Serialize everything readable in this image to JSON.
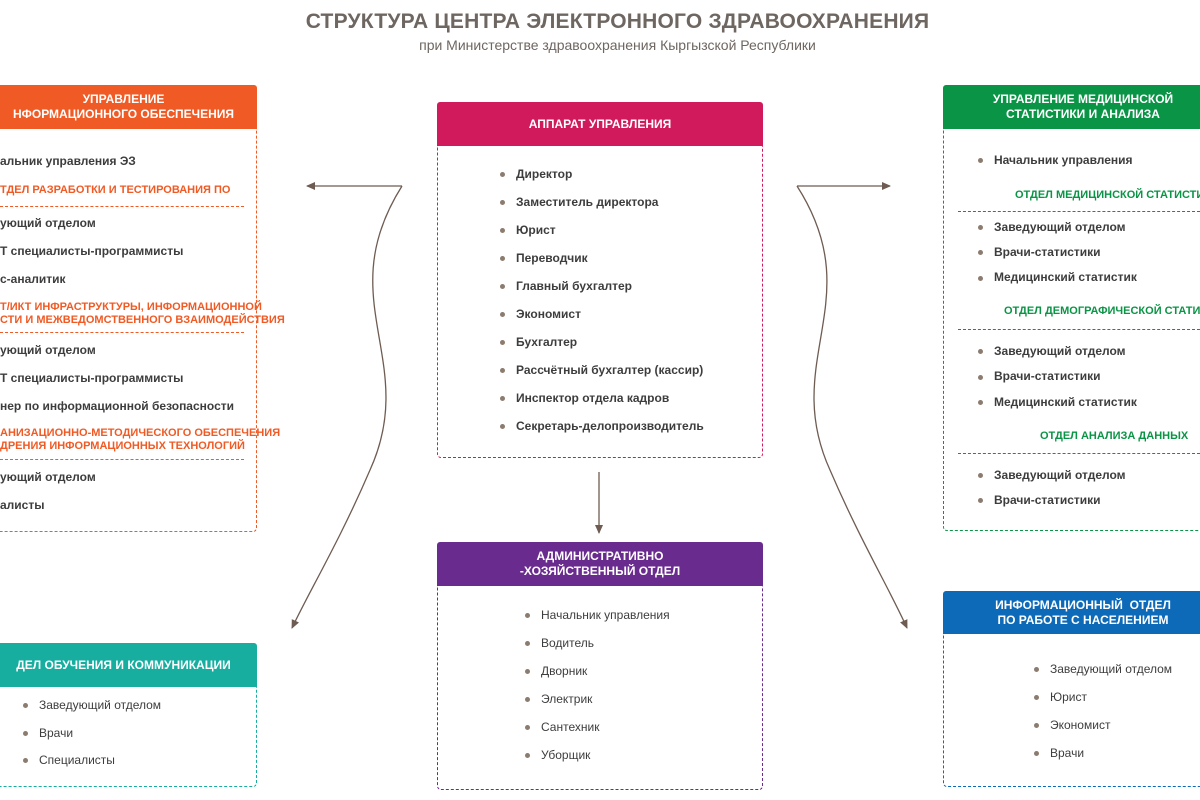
{
  "header": {
    "title": "СТРУКТУРА ЦЕНТРА ЭЛЕКТРОННОГО ЗДРАВООХРАНЕНИЯ",
    "subtitle": "при Министерстве здравоохранения Кыргызской Республики"
  },
  "colors": {
    "orange": "#f05a24",
    "crimson": "#d11a5c",
    "green": "#0a9445",
    "purple": "#6a2b8e",
    "teal": "#17aea0",
    "blue": "#0d6ab8",
    "arrow": "#6e5c52",
    "text": "#3d3d3d"
  },
  "info_support": {
    "header_line1": "УПРАВЛЕНИЕ",
    "header_line2": "НФОРМАЦИОННОГО ОБЕСПЕЧЕНИЯ",
    "head": "альник управления ЭЗ",
    "section1": "ТДЕЛ РАЗРАБОТКИ И ТЕСТИРОВАНИЯ ПО",
    "s1_items": [
      "ующий отделом",
      "Т специалисты-программисты",
      "с-аналитик"
    ],
    "section2_line1": "Т/ИКТ ИНФРАСТРУКТУРЫ, ИНФОРМАЦИОННОЙ",
    "section2_line2": "СТИ И МЕЖВЕДОМСТВЕННОГО ВЗАИМОДЕЙСТВИЯ",
    "s2_items": [
      "ующий отделом",
      "Т специалисты-программисты",
      "нер по информационной безопасности"
    ],
    "section3_line1": "АНИЗАЦИОННО-МЕТОДИЧЕСКОГО ОБЕСПЕЧЕНИЯ",
    "section3_line2": "ДРЕНИЯ ИНФОРМАЦИОННЫХ ТЕХНОЛОГИЙ",
    "s3_items": [
      "ующий отделом",
      "алисты"
    ]
  },
  "apparatus": {
    "header": "АППАРАТ УПРАВЛЕНИЯ",
    "items": [
      "Директор",
      "Заместитель директора",
      "Юрист",
      "Переводчик",
      "Главный бухгалтер",
      "Экономист",
      "Бухгалтер",
      "Рассчётный бухгалтер (кассир)",
      "Инспектор отдела кадров",
      "Секретарь-делопроизводитель"
    ]
  },
  "med_stats": {
    "header_line1": "УПРАВЛЕНИЕ МЕДИЦИНСКОЙ",
    "header_line2": "СТАТИСТИКИ И АНАЛИЗА",
    "head": "Начальник управления",
    "section1": "ОТДЕЛ МЕДИЦИНСКОЙ СТАТИСТИКИ",
    "s1_items": [
      "Заведующий отделом",
      "Врачи-статистики",
      "Медицинский статистик"
    ],
    "section2": "ОТДЕЛ ДЕМОГРАФИЧЕСКОЙ СТАТИСТИКИ",
    "s2_items": [
      "Заведующий отделом",
      "Врачи-статистики",
      "Медицинский статистик"
    ],
    "section3": "ОТДЕЛ АНАЛИЗА ДАННЫХ",
    "s3_items": [
      "Заведующий отделом",
      "Врачи-статистики"
    ]
  },
  "admin": {
    "header_line1": "АДМИНИСТРАТИВНО",
    "header_line2": "-ХОЗЯЙСТВЕННЫЙ ОТДЕЛ",
    "items": [
      "Начальник управления",
      "Водитель",
      "Дворник",
      "Электрик",
      "Сантехник",
      "Уборщик"
    ]
  },
  "training": {
    "header": "ДЕЛ ОБУЧЕНИЯ И КОММУНИКАЦИИ",
    "items": [
      "Заведующий отделом",
      "Врачи",
      "Специалисты"
    ]
  },
  "public_info": {
    "header_line1": "ИНФОРМАЦИОННЫЙ  ОТДЕЛ",
    "header_line2": "ПО РАБОТЕ С НАСЕЛЕНИЕМ",
    "items": [
      "Заведующий отделом",
      "Юрист",
      "Экономист",
      "Врачи"
    ]
  }
}
